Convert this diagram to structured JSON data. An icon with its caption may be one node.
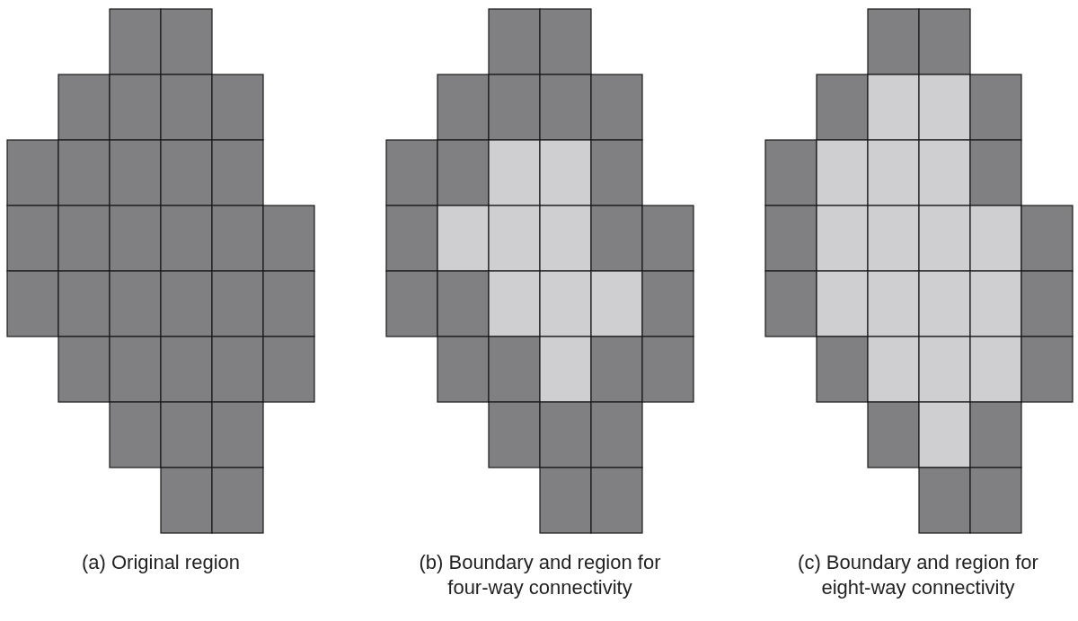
{
  "diagram": {
    "labels": [
      "(a) Original region",
      "(b) Boundary and region for four-way connectivity",
      "(c) Boundary and region for eight-way connectivity"
    ]
  }
}
